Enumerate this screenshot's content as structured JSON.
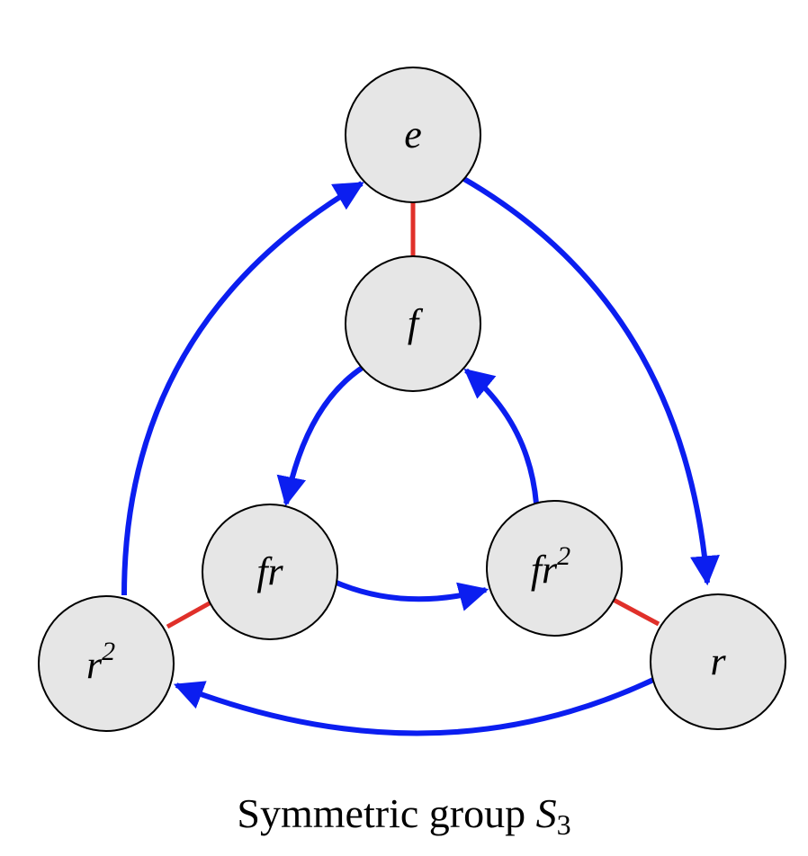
{
  "caption": {
    "text": "Symmetric group ",
    "group_symbol": "S",
    "group_index": "3"
  },
  "colors": {
    "generator_r": "#0b1ef0",
    "generator_f": "#e0302a",
    "node_fill": "#e6e6e6",
    "node_stroke": "#000000"
  },
  "nodes": [
    {
      "id": "e",
      "base": "e",
      "sup": ""
    },
    {
      "id": "f",
      "base": "f",
      "sup": ""
    },
    {
      "id": "fr",
      "base": "fr",
      "sup": ""
    },
    {
      "id": "fr2",
      "base": "fr",
      "sup": "2"
    },
    {
      "id": "r",
      "base": "r",
      "sup": ""
    },
    {
      "id": "r2",
      "base": "r",
      "sup": "2"
    }
  ],
  "edges": [
    {
      "from": "e",
      "to": "r",
      "kind": "directed",
      "generator": "r"
    },
    {
      "from": "r",
      "to": "r2",
      "kind": "directed",
      "generator": "r"
    },
    {
      "from": "r2",
      "to": "e",
      "kind": "directed",
      "generator": "r"
    },
    {
      "from": "f",
      "to": "fr",
      "kind": "directed",
      "generator": "r"
    },
    {
      "from": "fr",
      "to": "fr2",
      "kind": "directed",
      "generator": "r"
    },
    {
      "from": "fr2",
      "to": "f",
      "kind": "directed",
      "generator": "r"
    },
    {
      "from": "e",
      "to": "f",
      "kind": "undirected",
      "generator": "f"
    },
    {
      "from": "fr",
      "to": "r2",
      "kind": "undirected",
      "generator": "f"
    },
    {
      "from": "fr2",
      "to": "r",
      "kind": "undirected",
      "generator": "f"
    }
  ]
}
